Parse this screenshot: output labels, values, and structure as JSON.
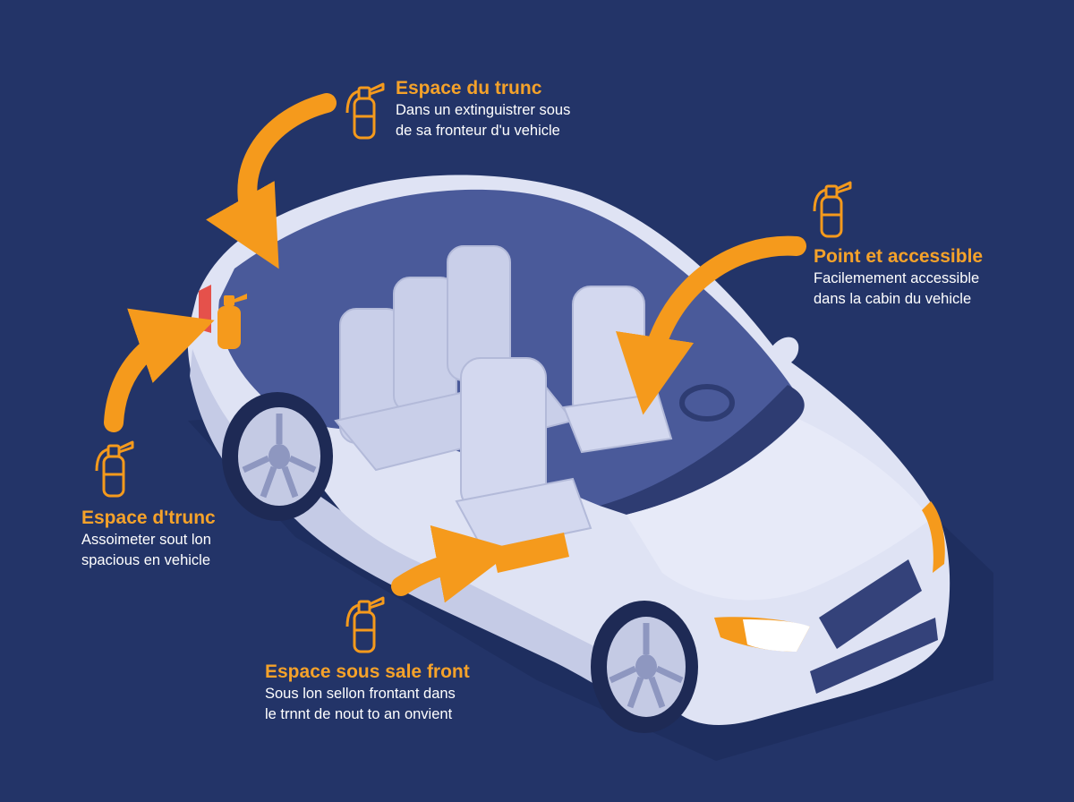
{
  "colors": {
    "background": "#233468",
    "accent_orange": "#f59a1c",
    "car_body": "#dfe3f4",
    "car_interior": "#4a5a9a",
    "text_light": "#ffffff"
  },
  "callouts": {
    "top": {
      "title": "Espace du trunc",
      "lines": [
        "Dans un extinguistrer sous",
        "de sa fronteur d'u vehicle"
      ],
      "icon": "fire-extinguisher-outline-icon"
    },
    "right": {
      "title": "Point et accessible",
      "lines": [
        "Facilemement accessible",
        "dans la cabin du vehicle"
      ],
      "icon": "fire-extinguisher-outline-icon"
    },
    "left": {
      "title": "Espace d'trunc",
      "lines": [
        "Assoimeter sout lon",
        "spacious en vehicle"
      ],
      "icon": "fire-extinguisher-outline-icon"
    },
    "bottom": {
      "title": "Espace sous sale front",
      "lines": [
        "Sous lon sellon frontant dans",
        "le trnnt de nout to an onvient"
      ],
      "icon": "fire-extinguisher-outline-icon"
    }
  }
}
